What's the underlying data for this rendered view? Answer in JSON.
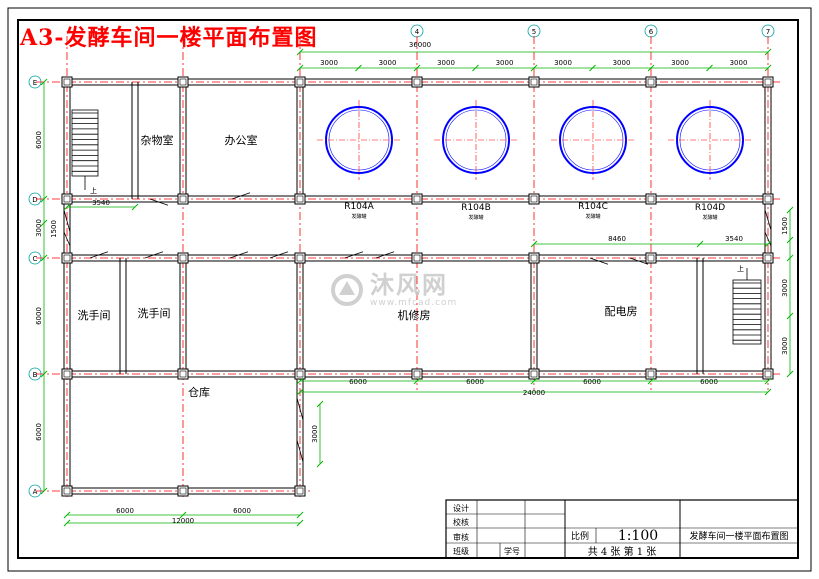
{
  "title": "A3-发酵车间一楼平面布置图",
  "axes": {
    "columns": [
      "4",
      "5",
      "6",
      "7"
    ],
    "rows": [
      "E",
      "D",
      "C",
      "B",
      "A"
    ]
  },
  "dimensions": {
    "top_total": "36000",
    "top_spans": [
      "3000",
      "3000",
      "3000",
      "3000",
      "3000",
      "3000",
      "3000",
      "3000"
    ],
    "left": [
      "6000",
      "3000",
      "1500",
      "6000",
      "6000"
    ],
    "left_detail": "3540",
    "corridor_right": [
      "8460",
      "3540"
    ],
    "right_side": [
      "1500",
      "3000",
      "3000"
    ],
    "mid_spans": [
      "6000",
      "6000",
      "6000",
      "6000"
    ],
    "mid_total": "24000",
    "wing_height": "3000",
    "bottom_spans": [
      "6000",
      "6000"
    ],
    "bottom_total": "12000"
  },
  "rooms": {
    "storage": "杂物室",
    "office": "办公室",
    "wash1": "洗手间",
    "wash2": "洗手间",
    "machine": "机修房",
    "power": "配电房",
    "warehouse": "仓库",
    "stair_mark": "上"
  },
  "tanks": [
    {
      "code": "R104A",
      "sub": "发酵罐"
    },
    {
      "code": "R104B",
      "sub": "发酵罐"
    },
    {
      "code": "R104C",
      "sub": "发酵罐"
    },
    {
      "code": "R104D",
      "sub": "发酵罐"
    }
  ],
  "title_block": {
    "design": "设计",
    "draw": "校核",
    "review": "审核",
    "class_label": "班级",
    "id_label": "学号",
    "scale_label": "比例",
    "scale_value": "1:100",
    "drawing_name": "发酵车间一楼平面布置图",
    "sheets": "共 4 张  第 1 张"
  },
  "watermark": {
    "cn": "沐风网",
    "url": "www.mfcad.com"
  }
}
